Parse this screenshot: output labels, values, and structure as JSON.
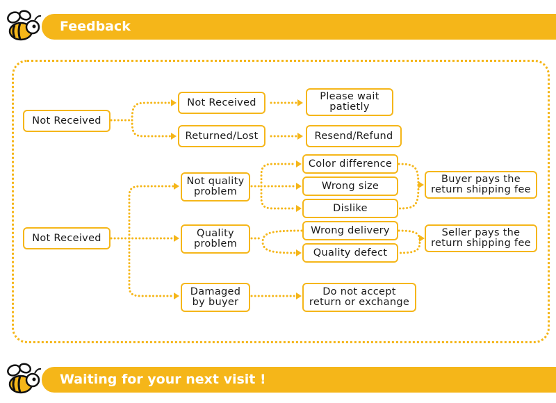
{
  "header": {
    "title": "Feedback"
  },
  "footer": {
    "text": "Waiting for your next visit !"
  },
  "colors": {
    "accent": "#f5b619",
    "text": "#1a1a1a"
  },
  "icons": {
    "logo": "bee-icon"
  },
  "nodes": {
    "not_received_1": "Not Received",
    "not_received_sub": "Not Received",
    "returned_lost": "Returned/Lost",
    "please_wait": "Please wait\npatietly",
    "resend_refund": "Resend/Refund",
    "not_received_2": "Not Received",
    "not_quality": "Not quality\nproblem",
    "quality": "Quality\nproblem",
    "damaged": "Damaged\nby buyer",
    "color_diff": "Color difference",
    "wrong_size": "Wrong size",
    "dislike": "Dislike",
    "wrong_delivery": "Wrong delivery",
    "quality_defect": "Quality defect",
    "buyer_pays": "Buyer pays the\nreturn shipping fee",
    "seller_pays": "Seller pays the\nreturn shipping fee",
    "no_return": "Do not accept\nreturn or exchange"
  }
}
